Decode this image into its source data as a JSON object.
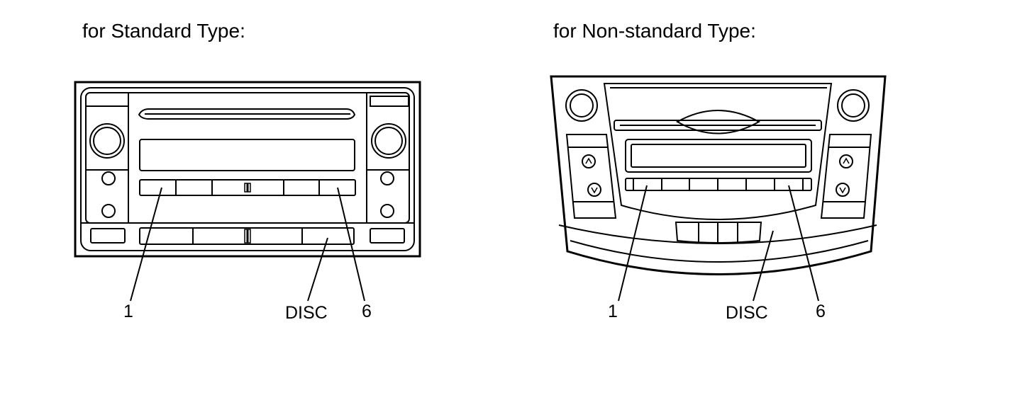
{
  "headings": {
    "standard": "for Standard Type:",
    "nonstandard": "for Non-standard Type:"
  },
  "callouts": {
    "standard": {
      "preset_1": "1",
      "disc": "DISC",
      "preset_6": "6"
    },
    "nonstandard": {
      "preset_1": "1",
      "disc": "DISC",
      "preset_6": "6"
    }
  }
}
